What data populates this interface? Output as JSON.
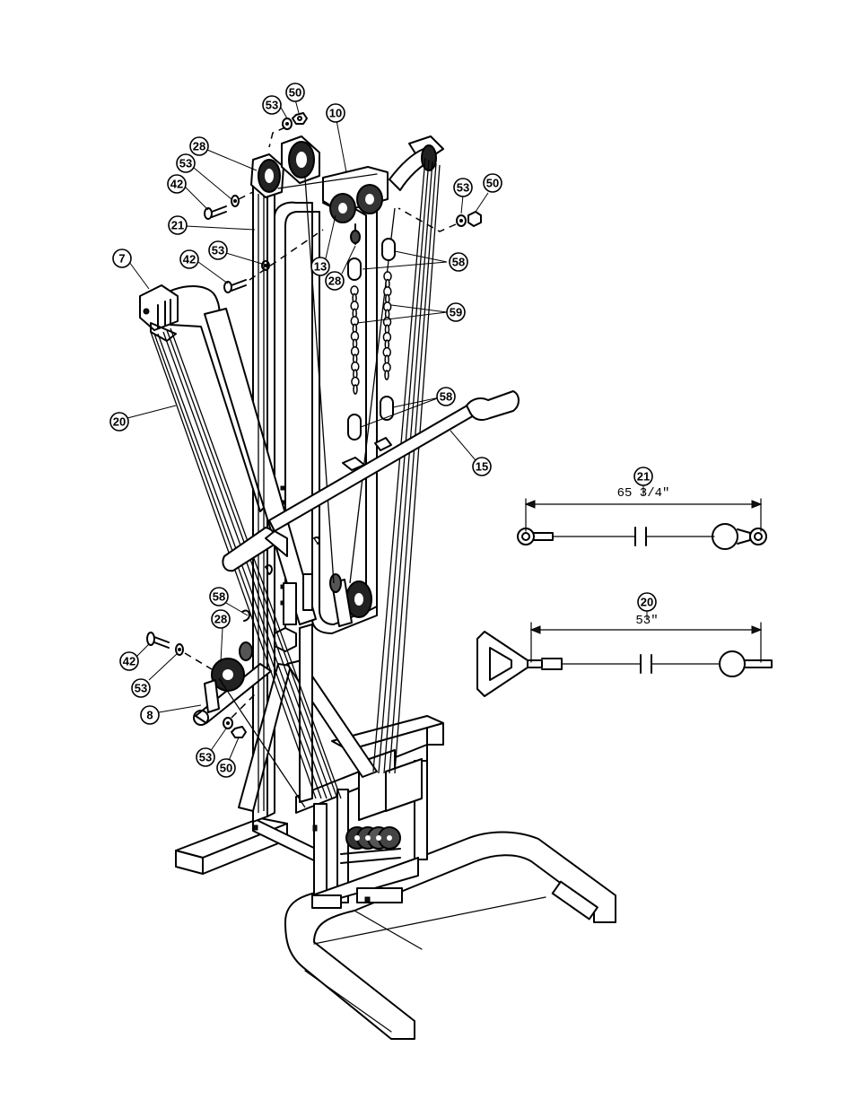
{
  "callouts": [
    {
      "id": "c-50-top",
      "label": "50"
    },
    {
      "id": "c-53-top",
      "label": "53"
    },
    {
      "id": "c-10",
      "label": "10"
    },
    {
      "id": "c-28-top",
      "label": "28"
    },
    {
      "id": "c-53-upleft",
      "label": "53"
    },
    {
      "id": "c-42-upleft",
      "label": "42"
    },
    {
      "id": "c-21",
      "label": "21"
    },
    {
      "id": "c-53-mid",
      "label": "53"
    },
    {
      "id": "c-42-mid",
      "label": "42"
    },
    {
      "id": "c-7",
      "label": "7"
    },
    {
      "id": "c-53-right",
      "label": "53"
    },
    {
      "id": "c-50-right",
      "label": "50"
    },
    {
      "id": "c-13",
      "label": "13"
    },
    {
      "id": "c-28-mid",
      "label": "28"
    },
    {
      "id": "c-58-upper",
      "label": "58"
    },
    {
      "id": "c-59",
      "label": "59"
    },
    {
      "id": "c-58-lower",
      "label": "58"
    },
    {
      "id": "c-20",
      "label": "20"
    },
    {
      "id": "c-15",
      "label": "15"
    },
    {
      "id": "c-58-left",
      "label": "58"
    },
    {
      "id": "c-28-low",
      "label": "28"
    },
    {
      "id": "c-42-low",
      "label": "42"
    },
    {
      "id": "c-53-low",
      "label": "53"
    },
    {
      "id": "c-8",
      "label": "8"
    },
    {
      "id": "c-53-bottom",
      "label": "53"
    },
    {
      "id": "c-50-bottom",
      "label": "50"
    }
  ],
  "details": {
    "cable21": {
      "label": "21",
      "length": "65 3/4\""
    },
    "cable20": {
      "label": "20",
      "length": "53\""
    }
  }
}
